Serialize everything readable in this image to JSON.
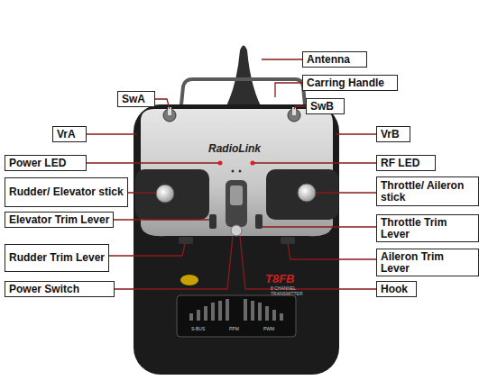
{
  "diagram": {
    "nodes": [
      {
        "text": [
          "Antenna"
        ]
      },
      {
        "text": [
          "Carring Handle"
        ]
      },
      {
        "text": [
          "SwA"
        ]
      },
      {
        "text": [
          "SwB"
        ]
      },
      {
        "text": [
          "VrA"
        ]
      },
      {
        "text": [
          "VrB"
        ]
      },
      {
        "text": [
          "Power LED"
        ]
      },
      {
        "text": [
          "RF LED"
        ]
      },
      {
        "text": [
          "Rudder/ Elevator stick"
        ]
      },
      {
        "text": [
          "Throttle/ Aileron stick"
        ]
      },
      {
        "text": [
          "Elevator Trim Lever"
        ]
      },
      {
        "text": [
          "Throttle Trim Lever"
        ]
      },
      {
        "text": [
          "Rudder Trim Lever"
        ]
      },
      {
        "text": [
          "Aileron Trim Lever"
        ]
      },
      {
        "text": [
          "Power Switch"
        ]
      },
      {
        "text": [
          "Hook"
        ]
      }
    ],
    "labels": [
      "RadioLink",
      "T8FB",
      "8 CHANNEL",
      "TRANSMITTER",
      "S-BUS",
      "PPM",
      "PWM"
    ]
  }
}
